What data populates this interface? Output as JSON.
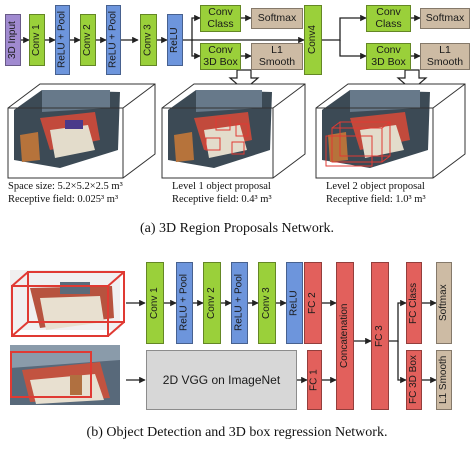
{
  "rpn": {
    "input": "3D Input",
    "conv1": "Conv 1",
    "relu_pool_1": "ReLU + Pool",
    "conv2": "Conv 2",
    "relu_pool_2": "ReLU + Pool",
    "conv3": "Conv 3",
    "relu": "ReLU",
    "conv4": "Conv4",
    "head1": {
      "class": "Conv\nClass",
      "box": "Conv\n3D Box",
      "softmax": "Softmax",
      "smooth": "L1\nSmooth"
    },
    "head2": {
      "class": "Conv\nClass",
      "box": "Conv\n3D Box",
      "softmax": "Softmax",
      "smooth": "L1\nSmooth"
    },
    "stats": {
      "space": "Space size: 5.2×5.2×2.5 m³",
      "receptive0": "Receptive field: 0.025³ m³",
      "level1": "Level 1 object proposal",
      "receptive1": "Receptive field: 0.4³ m³",
      "level2": "Level 2 object proposal",
      "receptive2": "Receptive field: 1.0³ m³"
    },
    "caption": "(a) 3D Region Proposals Network."
  },
  "odn": {
    "conv1": "Conv 1",
    "relu_pool_1": "ReLU + Pool",
    "conv2": "Conv 2",
    "relu_pool_2": "ReLU + Pool",
    "conv3": "Conv 3",
    "relu": "ReLU",
    "fc2": "FC 2",
    "vgg": "2D VGG on ImageNet",
    "fc1": "FC 1",
    "concat": "Concatenation",
    "fc3": "FC 3",
    "fc_class": "FC Class",
    "fc_box": "FC 3D Box",
    "softmax": "Softmax",
    "smooth": "L1 Smooth",
    "caption": "(b) Object Detection and 3D box regression Network."
  },
  "colors": {
    "input": "#a08ad0",
    "conv": "#9ad03a",
    "relu": "#6d95dc",
    "fc": "#e2605c",
    "loss": "#cdbba4",
    "vgg": "#d7d7d7",
    "proposal": "#e03a33"
  }
}
